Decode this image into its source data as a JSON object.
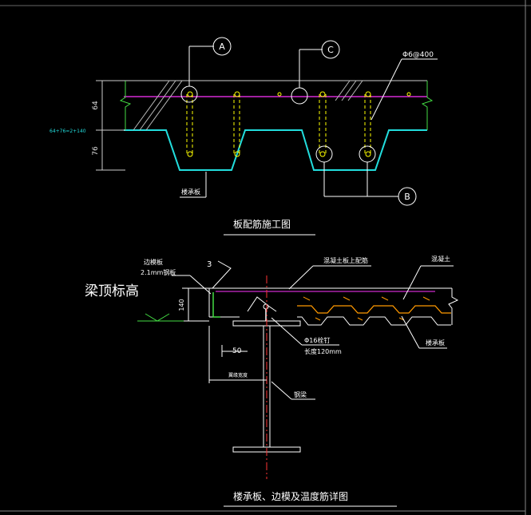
{
  "top_drawing": {
    "title": "板配筋施工图",
    "callouts": {
      "a": "A",
      "b": "B",
      "c": "C"
    },
    "rebar_label": "Φ6@400",
    "deck_label": "楼承板",
    "dim_upper": "64",
    "dim_lower": "76",
    "side_note": "64+76=2+140"
  },
  "bottom_drawing": {
    "title": "楼承板、边模及温度筋详图",
    "beam_top_elevation": "梁顶标高",
    "edge_form": "边模板",
    "edge_form_spec": "2.1mm钢板",
    "section_mark": "3",
    "concrete_top_rebar": "混凝土板上配筋",
    "concrete": "混凝土",
    "floor_deck": "楼承板",
    "stud_spec": "Φ16栓钉",
    "stud_length": "长度120mm",
    "dim_thickness": "140",
    "dim_50": "50",
    "flange_width_note": "翼缘宽度",
    "steel_beam": "钢梁"
  },
  "colors": {
    "background": "#000000",
    "white_line": "#ffffff",
    "magenta": "#ff33ff",
    "cyan": "#22dddd",
    "green": "#44dd44",
    "yellow": "#ffff00",
    "orange": "#ff9900",
    "red": "#ff3333"
  }
}
